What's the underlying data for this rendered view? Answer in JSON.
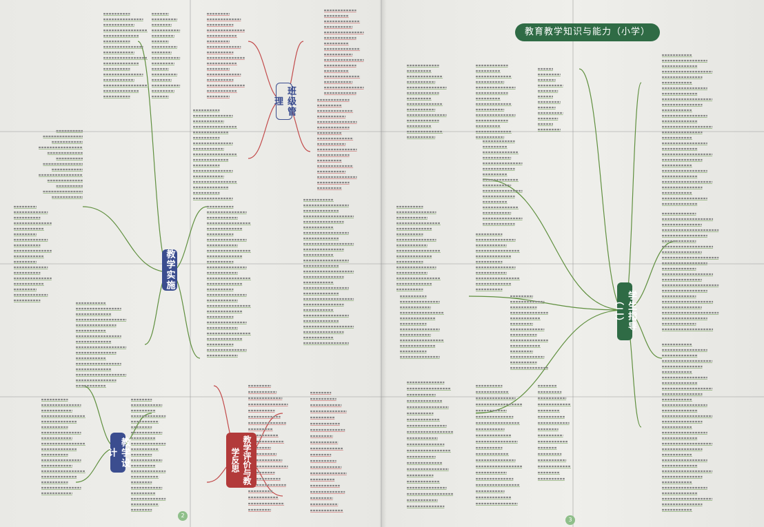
{
  "poster": {
    "title": "教育教学知识与能力（小学）",
    "page_left": "2",
    "page_right": "3"
  },
  "topics": {
    "class_management": "班级管理",
    "teaching_implementation": "教学实施",
    "teaching_design": "教学设计",
    "teaching_evaluation": "教学评价与教学反思",
    "student_guidance": "学生指导（二）"
  },
  "colors": {
    "title_bg": "#2f6b45",
    "class_management": "#3b4d8f",
    "teaching_implementation": "#3b4d8f",
    "teaching_design": "#3b4d8f",
    "teaching_evaluation": "#b23a3a",
    "student_guidance": "#2f6b45",
    "branch_green": "#5f8f3e",
    "branch_red": "#c24a4a",
    "text": "#3a3a3a"
  }
}
